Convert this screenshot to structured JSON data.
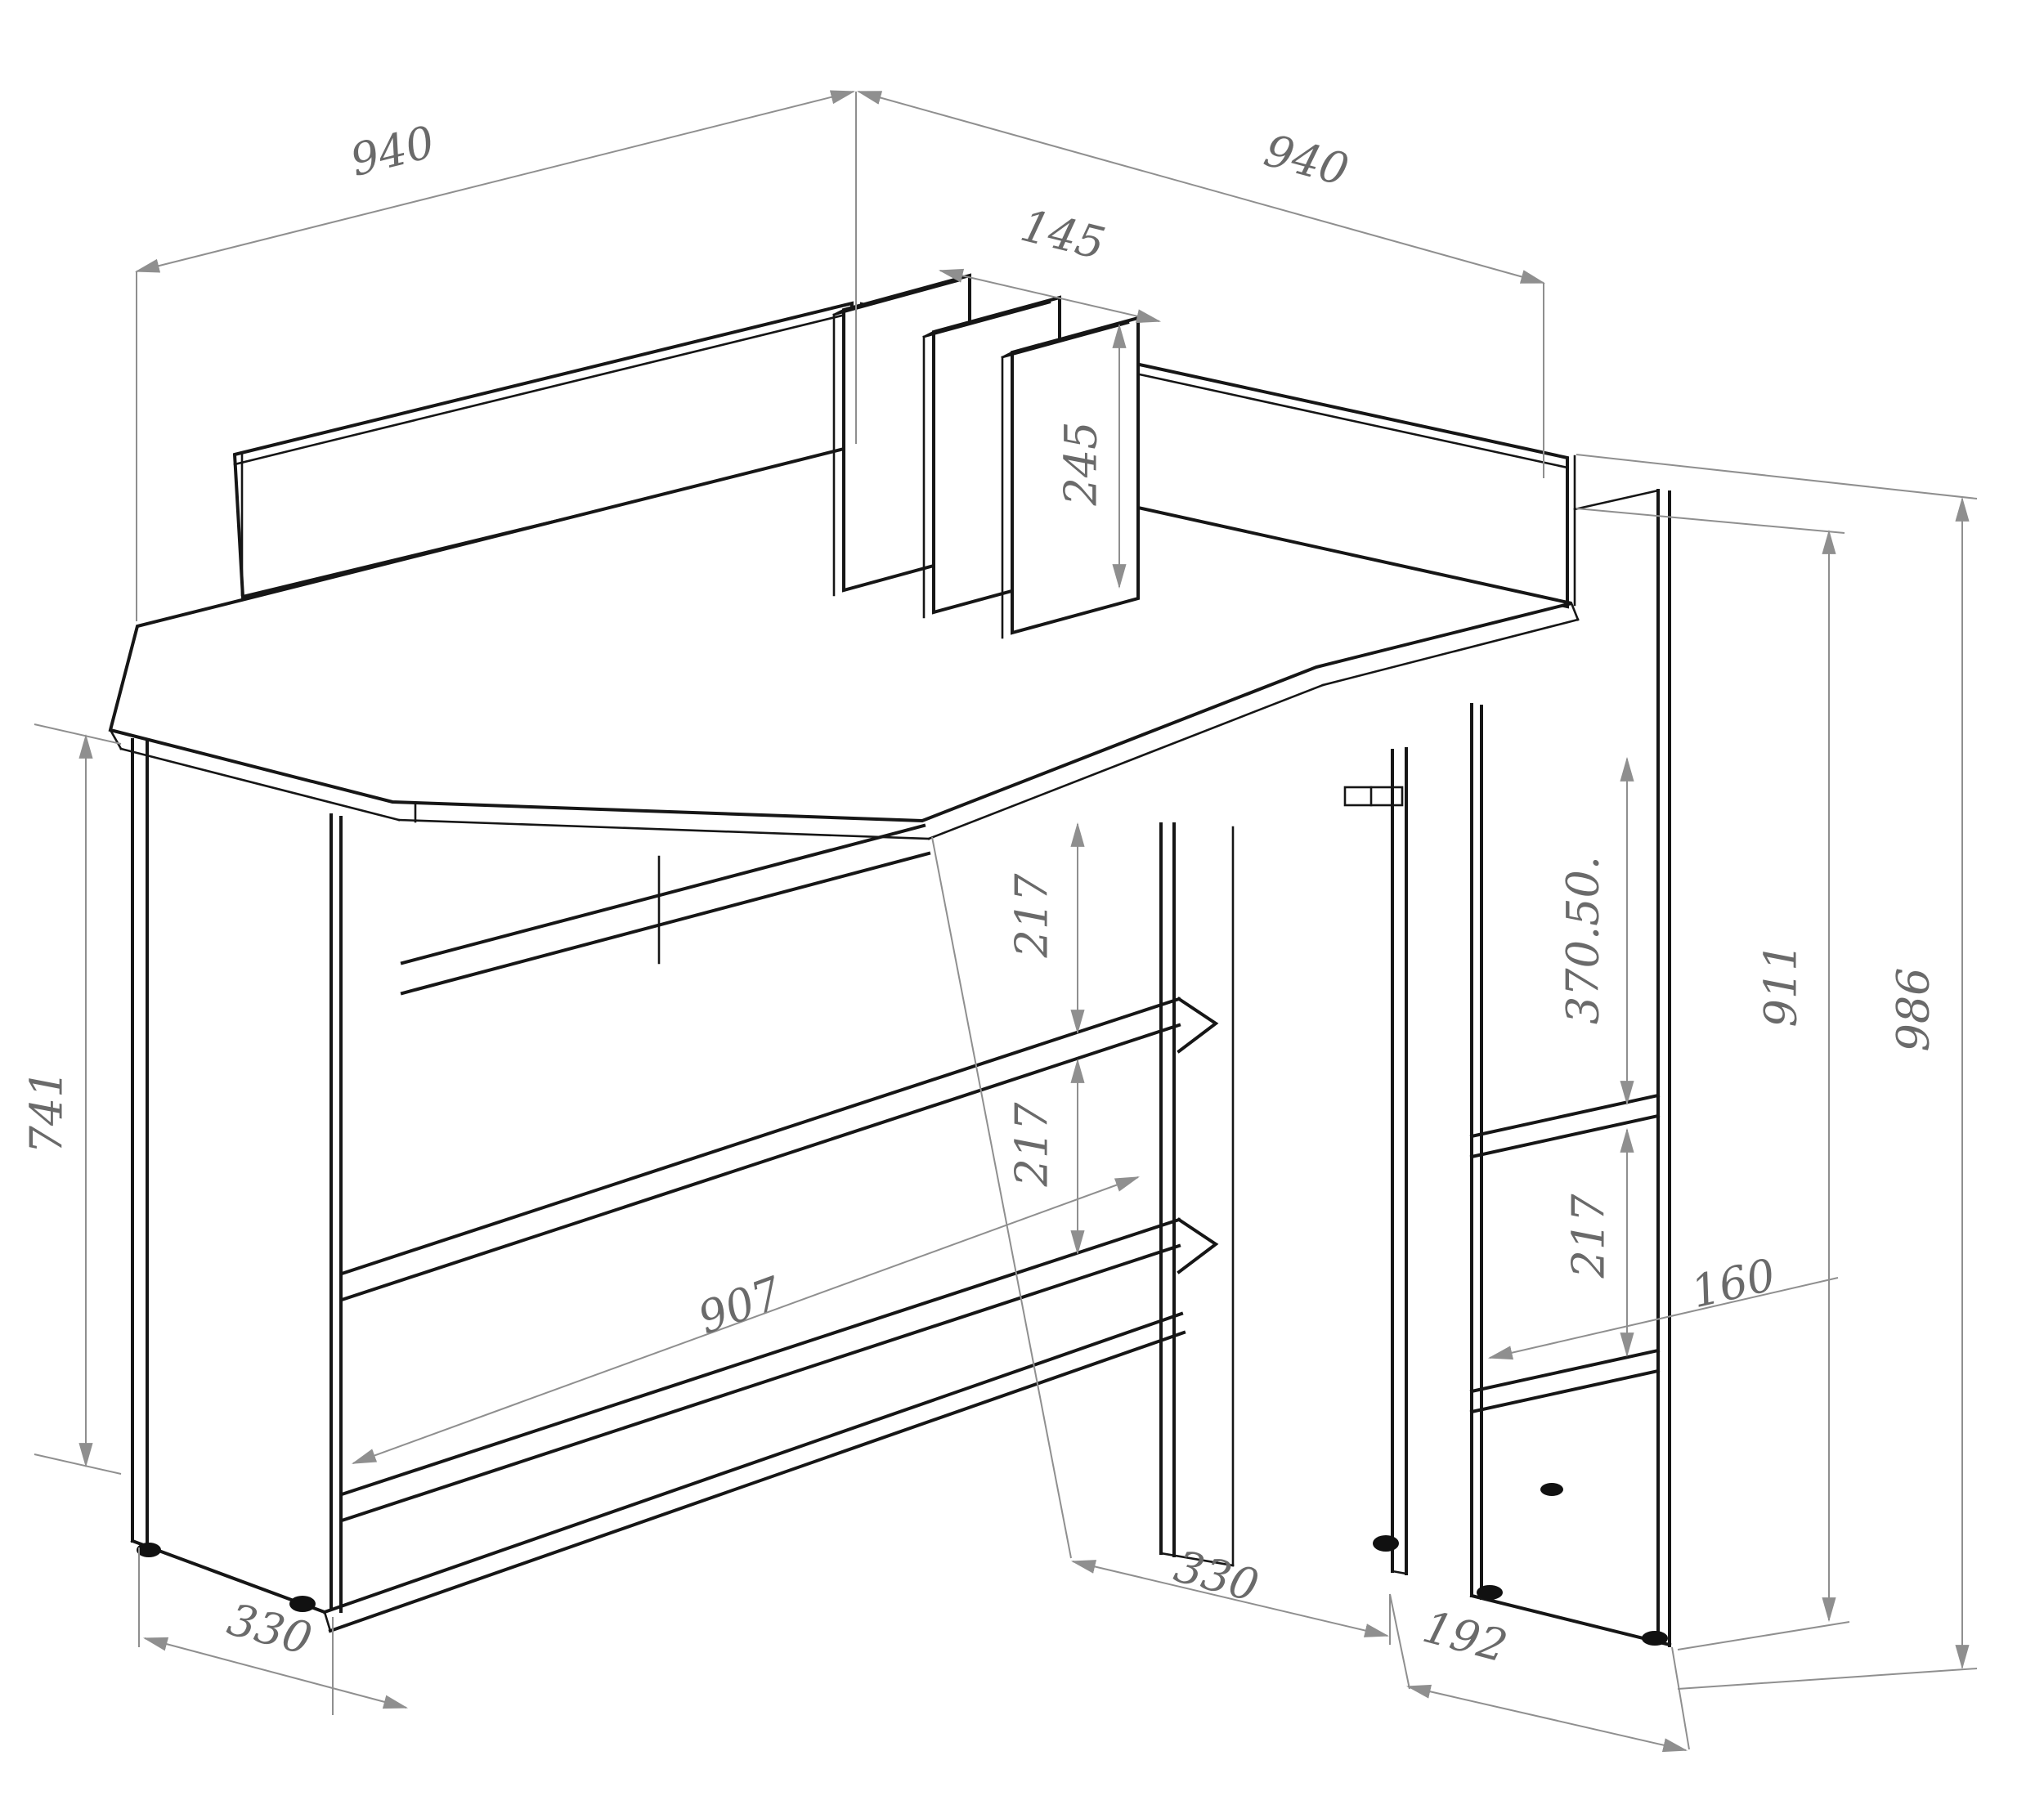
{
  "drawing": {
    "title": "corner-desk-dimension-drawing",
    "style": "isometric CAD line drawing",
    "unit_system": "mm",
    "background_color": "#ffffff",
    "furniture_line_color": "#161616",
    "dimension_line_color": "#8f8f8f",
    "label_color": "#6a6a6a",
    "parts": [
      "desktop",
      "left-back-panel",
      "right-back-panel",
      "divider-fins",
      "left-shelf-unit",
      "central-support-panels",
      "right-shelf-column",
      "feet"
    ],
    "dims": {
      "d940_left": {
        "value": "940"
      },
      "d940_right": {
        "value": "940"
      },
      "d145": {
        "value": "145"
      },
      "d245": {
        "value": "245"
      },
      "d741": {
        "value": "741"
      },
      "d330_left": {
        "value": "330"
      },
      "d907": {
        "value": "907"
      },
      "d217_a": {
        "value": "217"
      },
      "d217_b": {
        "value": "217"
      },
      "d370": {
        "value": "370.50."
      },
      "d911": {
        "value": "911"
      },
      "d986": {
        "value": "986"
      },
      "d217_c": {
        "value": "217"
      },
      "d160": {
        "value": "160"
      },
      "d330_mid": {
        "value": "330"
      },
      "d192": {
        "value": "192"
      }
    }
  }
}
